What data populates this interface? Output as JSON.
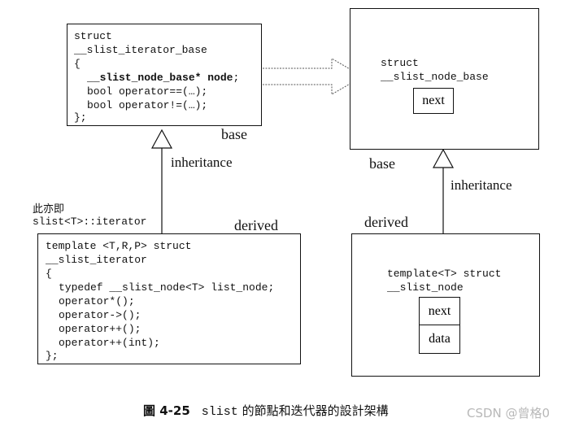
{
  "iterator_base": {
    "line1": "struct",
    "line2": "__slist_iterator_base",
    "line3": "{",
    "member": "__slist_node_base* node",
    "member_semicolon": ";",
    "op_eq": "bool operator==(…);",
    "op_neq": "bool operator!=(…);",
    "close": "};"
  },
  "node_base": {
    "line1": "struct",
    "line2": "__slist_node_base",
    "next": "next"
  },
  "iterator": {
    "line1": "template <T,R,P> struct",
    "line2": "__slist_iterator",
    "line3": "{",
    "l4": "typedef __slist_node<T> list_node;",
    "l5": "operator*();",
    "l6": "operator->();",
    "l7": "operator++();",
    "l8": "operator++(int);",
    "close": "};"
  },
  "node": {
    "line1": "template<T> struct",
    "line2": "__slist_node",
    "next": "next",
    "data": "data"
  },
  "labels": {
    "base_left": "base",
    "base_right": "base",
    "inheritance_left": "inheritance",
    "inheritance_right": "inheritance",
    "derived_left": "derived",
    "derived_right": "derived",
    "alias_line1": "此亦即",
    "alias_line2": "slist<T>::iterator"
  },
  "caption": {
    "prefix": "圖 ",
    "number": "4-25",
    "code": "slist",
    "text": " 的節點和迭代器的設計架構"
  },
  "watermark": "CSDN @曾格0"
}
